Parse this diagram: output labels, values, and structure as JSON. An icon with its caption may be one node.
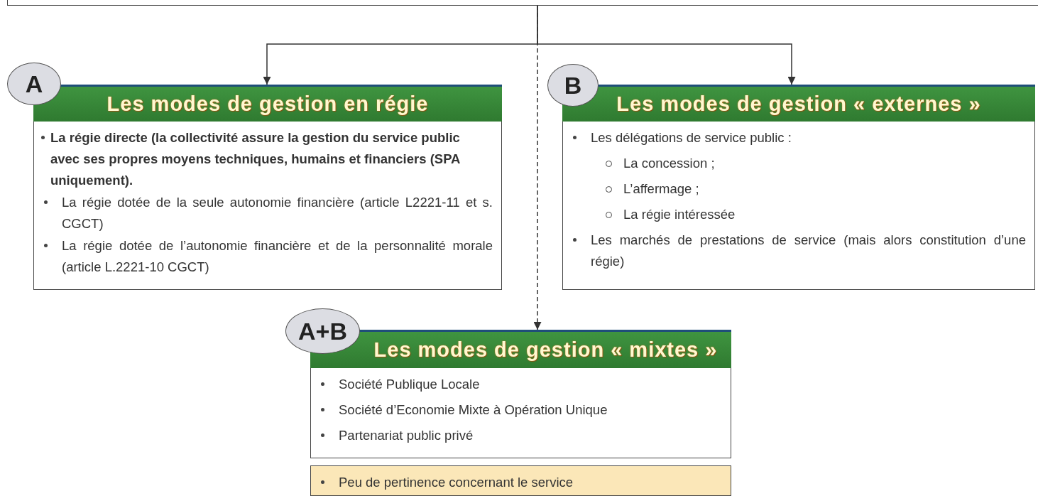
{
  "diagram": {
    "nodes": [
      {
        "text": [],
        "shape": "box"
      },
      {
        "text": [
          "A"
        ]
      },
      {
        "text": [
          "Les modes de gestion en régie"
        ]
      },
      {
        "text": [
          "La régie directe (la collectivité assure la gestion du service public avec ses propres moyens techniques, humains et financiers (SPA uniquement).",
          "La régie dotée de la seule autonomie financière (article L2221-11 et s. CGCT)",
          "La régie dotée de l’autonomie financière et de la personnalité morale (article L.2221-10 CGCT)"
        ]
      },
      {
        "text": [
          "B"
        ]
      },
      {
        "text": [
          "Les modes de gestion « externes »"
        ]
      },
      {
        "text": [
          "Les délégations de service public :",
          "La concession ;",
          "L’affermage ;",
          "La régie intéressée",
          "Les marchés de prestations de service (mais alors constitution d’une régie)"
        ]
      },
      {
        "text": [
          "A+B"
        ]
      },
      {
        "text": [
          "Les modes de gestion « mixtes »"
        ]
      },
      {
        "text": [
          "Société Publique Locale",
          "Société d’Economie Mixte à Opération Unique",
          "Partenariat public privé"
        ]
      },
      {
        "text": [
          "Peu de pertinence concernant le service"
        ]
      }
    ],
    "edges": [
      {
        "from": 0,
        "to": 2,
        "arrow": "to"
      },
      {
        "from": 0,
        "to": 5,
        "arrow": "to"
      },
      {
        "from": 0,
        "to": 8,
        "arrow": "to",
        "style": "dashed"
      }
    ]
  }
}
